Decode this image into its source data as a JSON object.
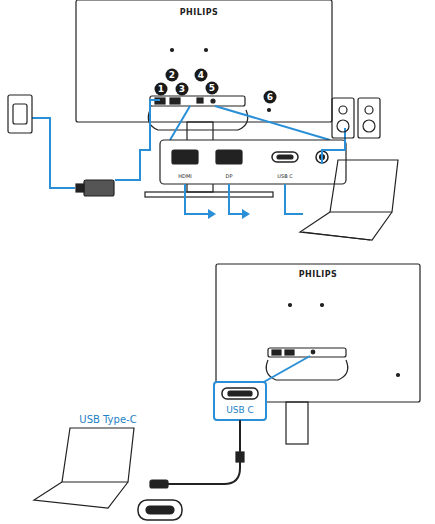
{
  "diagram": {
    "labels": [
      "PHILIPS",
      "1",
      "2",
      "3",
      "4",
      "5",
      "6",
      "HDMI",
      "DP",
      "USB C",
      "PHILIPS",
      "USB C",
      "USB Type-C"
    ]
  }
}
